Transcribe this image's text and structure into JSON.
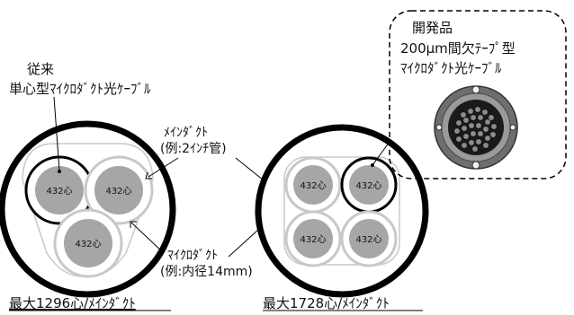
{
  "conventional": {
    "title": "従来",
    "description": "単心型ﾏｲｸﾛﾀﾞｸﾄ光ｹｰﾌﾞﾙ",
    "max_label": "最大1296心/ﾒｲﾝﾀﾞｸﾄ",
    "core_labels": [
      "432心",
      "432心",
      "432心"
    ]
  },
  "developed": {
    "title": "開発品",
    "description_line1": "200μm間欠ﾃｰﾌﾟ型",
    "description_line2": "ﾏｲｸﾛﾀﾞｸﾄ光ｹｰﾌﾞﾙ",
    "max_label": "最大1728心/ﾒｲﾝﾀﾞｸﾄ",
    "core_labels": [
      "432心",
      "432心",
      "432心",
      "432心"
    ]
  },
  "main_duct": {
    "label": "ﾒｲﾝﾀﾞｸﾄ",
    "example": "(例:2ｲﾝﾁ管)"
  },
  "micro_duct": {
    "label": "ﾏｲｸﾛﾀﾞｸﾄ",
    "example": "(例:内径14mm)"
  },
  "colors": {
    "outer_ring": "#000000",
    "core_fill": "#a6a6a6",
    "duct_stroke": "#bdbdbd",
    "leader": "#000000",
    "dash_box": "#000000"
  }
}
